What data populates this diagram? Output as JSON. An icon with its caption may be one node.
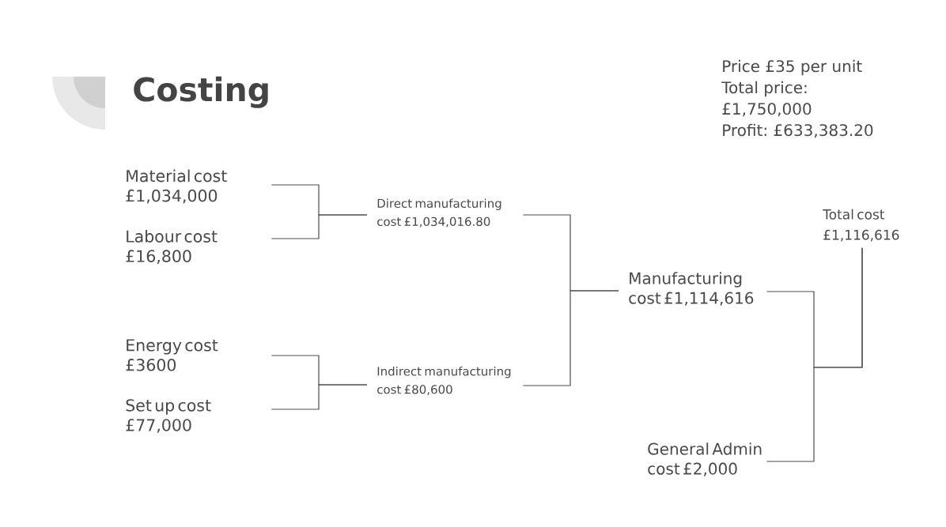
{
  "diagram": {
    "title": "Costing",
    "nodes": [
      {
        "text": [
          "Material cost £1,034,000"
        ]
      },
      {
        "text": [
          "Labour cost £16,800"
        ]
      },
      {
        "text": [
          "Energy cost £3600"
        ]
      },
      {
        "text": [
          "Set up cost £77,000"
        ]
      },
      {
        "text": [
          "Direct manufacturing cost £1,034,016.80"
        ]
      },
      {
        "text": [
          "Indirect manufacturing cost £80,600"
        ]
      },
      {
        "text": [
          "Manufacturing cost £1,114,616"
        ]
      },
      {
        "text": [
          "General Admin cost £2,000"
        ]
      },
      {
        "text": [
          "Total cost £1,116,616"
        ]
      }
    ],
    "edges": [
      {
        "from": 0,
        "to": 4,
        "arrow": "none"
      },
      {
        "from": 1,
        "to": 4,
        "arrow": "none"
      },
      {
        "from": 2,
        "to": 5,
        "arrow": "none"
      },
      {
        "from": 3,
        "to": 5,
        "arrow": "none"
      },
      {
        "from": 4,
        "to": 6,
        "arrow": "none"
      },
      {
        "from": 5,
        "to": 6,
        "arrow": "none"
      },
      {
        "from": 6,
        "to": 8,
        "arrow": "none"
      },
      {
        "from": 7,
        "to": 8,
        "arrow": "none"
      }
    ],
    "labels": [
      "Price £35 per unit",
      "Total price: £1,750,000",
      "Profit: £633,383.20"
    ]
  }
}
